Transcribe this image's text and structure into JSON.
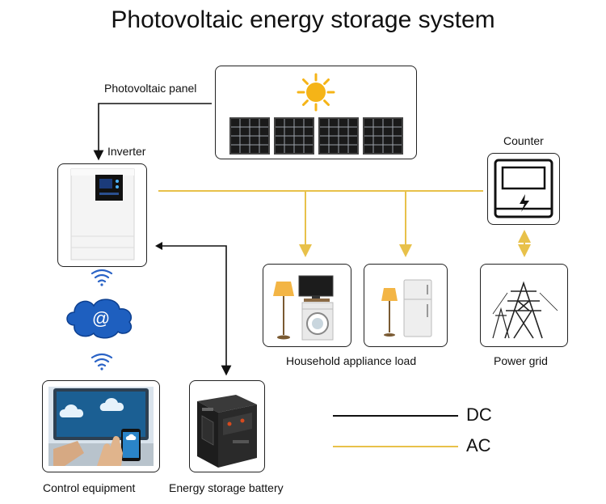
{
  "title": "Photovoltaic energy storage system",
  "labels": {
    "pv_panel": "Photovoltaic panel",
    "inverter": "Inverter",
    "counter": "Counter",
    "household_load": "Household appliance load",
    "power_grid": "Power grid",
    "control_equipment": "Control equipment",
    "battery": "Energy storage battery",
    "network_symbol": "@"
  },
  "legend": [
    {
      "label": "DC",
      "color": "#111111"
    },
    {
      "label": "AC",
      "color": "#e8c14a"
    }
  ],
  "colors": {
    "ac_line": "#e8c14a",
    "dc_line": "#111111",
    "cloud": "#1e5fbf",
    "sun": "#f5b417",
    "wifi": "#2a63c6"
  },
  "icons": [
    "sun-icon",
    "solar-panel-icon",
    "inverter-icon",
    "meter-icon",
    "lamp-icon",
    "tv-icon",
    "washer-icon",
    "fridge-icon",
    "pylon-icon",
    "cloud-icon",
    "wifi-icon",
    "tablet-icon",
    "battery-icon"
  ]
}
